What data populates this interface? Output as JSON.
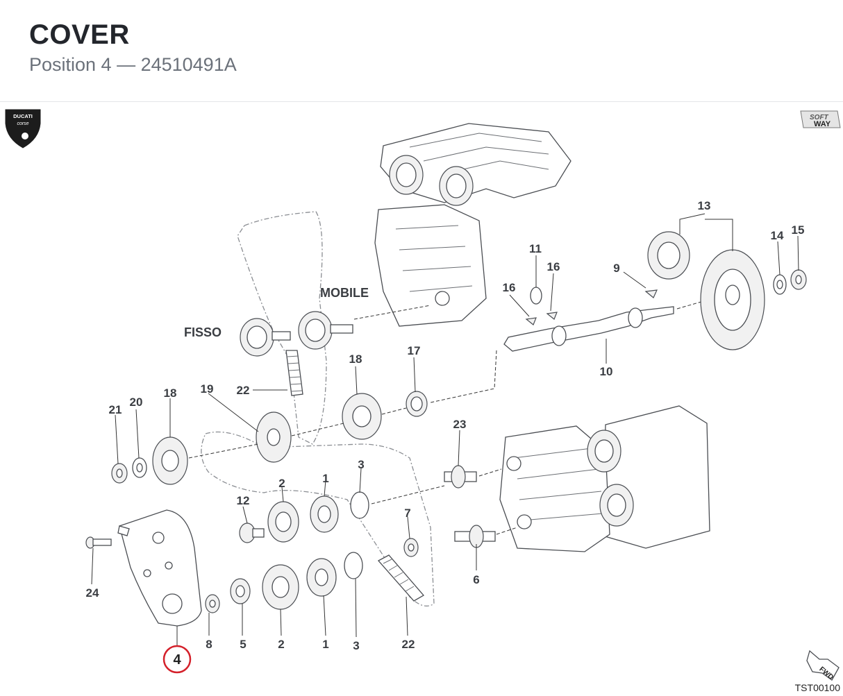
{
  "header": {
    "title": "COVER",
    "subtitle": "Position 4 — 24510491A"
  },
  "brand": {
    "logo_left_text": "DUCATI corse",
    "logo_right_text": "SOFT WAY"
  },
  "diagram": {
    "drawing_ref": "TST00100",
    "words": {
      "fixed": "FISSO",
      "mobile": "MOBILE"
    },
    "highlight": {
      "label": "4",
      "color": "#d4202a"
    },
    "callouts": {
      "c13": "13",
      "c14": "14",
      "c15": "15",
      "c11": "11",
      "c16a": "16",
      "c16b": "16",
      "c9": "9",
      "c10": "10",
      "c17": "17",
      "c18a": "18",
      "c18b": "18",
      "c19": "19",
      "c22a": "22",
      "c21": "21",
      "c20": "20",
      "c23": "23",
      "c3a": "3",
      "c1a": "1",
      "c2a": "2",
      "c12": "12",
      "c7": "7",
      "c6": "6",
      "c24": "24",
      "c8": "8",
      "c5": "5",
      "c2b": "2",
      "c1b": "1",
      "c3b": "3",
      "c22b": "22"
    }
  }
}
